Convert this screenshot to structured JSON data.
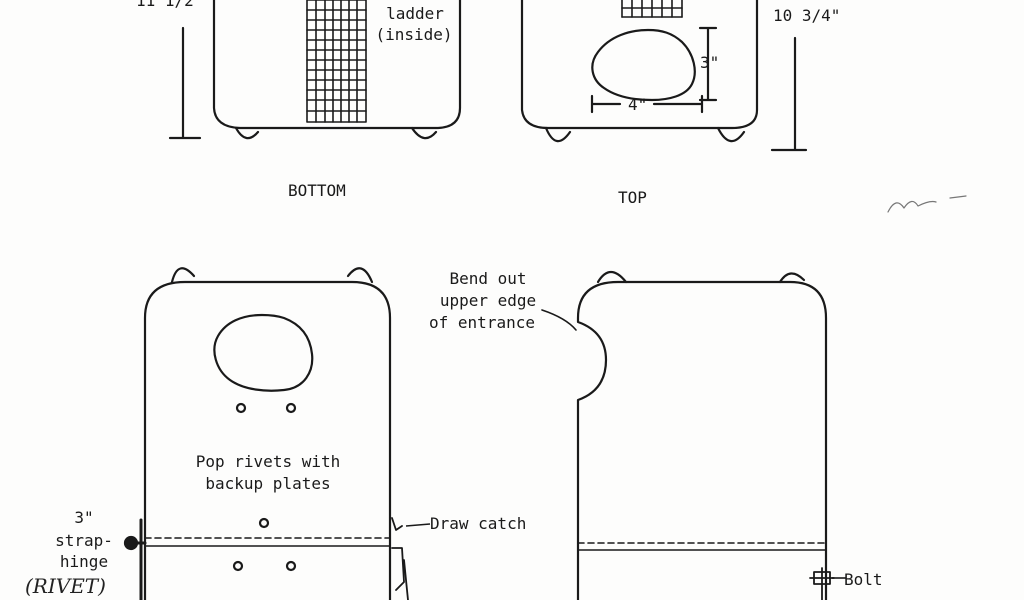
{
  "labels": {
    "height_left": "11 1/2",
    "ladder": "ladder",
    "ladder_sub": "(inside)",
    "height_right": "10 3/4\"",
    "hole_h": "3\"",
    "hole_w": "4\"",
    "bottom": "BOTTOM",
    "top": "TOP",
    "bend_1": "Bend out",
    "bend_2": "upper edge",
    "bend_3": "of entrance",
    "rivets_1": "Pop rivets with",
    "rivets_2": "backup plates",
    "draw_catch": "Draw catch",
    "hinge_1": "3\"",
    "hinge_2": "strap-",
    "hinge_3": "hinge",
    "rivet_note": "(RIVET)",
    "bolt": "Bolt"
  }
}
